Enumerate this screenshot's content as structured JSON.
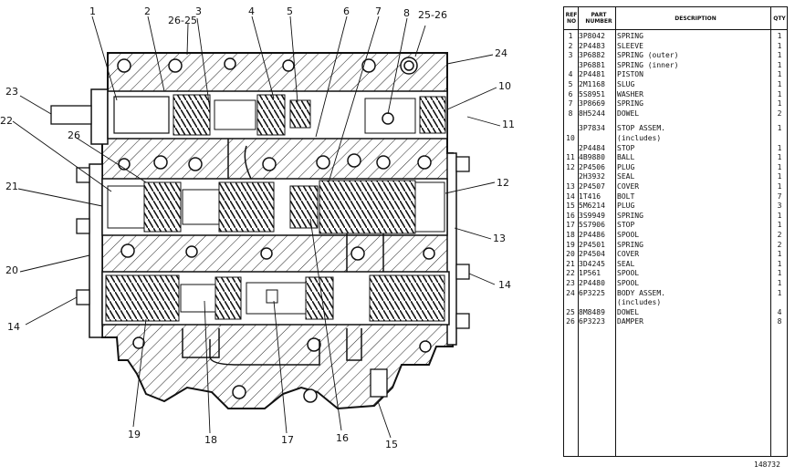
{
  "callouts": [
    "1",
    "2",
    "26-25",
    "3",
    "4",
    "5",
    "6",
    "7",
    "8",
    "25-26",
    "24",
    "23",
    "10",
    "11",
    "22",
    "26",
    "12",
    "21",
    "13",
    "20",
    "14",
    "14",
    "19",
    "18",
    "17",
    "16",
    "15"
  ],
  "table": {
    "headers": {
      "ref_no": "REF NO",
      "part_number": "PART NUMBER",
      "description": "DESCRIPTION",
      "qty": "QTY"
    },
    "rows": [
      {
        "ref": "1",
        "pn": "3P8042",
        "desc": "SPRING",
        "qty": "1"
      },
      {
        "ref": "2",
        "pn": "2P4483",
        "desc": "SLEEVE",
        "qty": "1"
      },
      {
        "ref": "3",
        "pn": "3P6882",
        "desc": "SPRING      (outer)",
        "qty": "1"
      },
      {
        "ref": "",
        "pn": "3P6881",
        "desc": "SPRING      (inner)",
        "qty": "1"
      },
      {
        "ref": "4",
        "pn": "2P4481",
        "desc": "PISTON",
        "qty": "1"
      },
      {
        "ref": "5",
        "pn": "2M1168",
        "desc": "SLUG",
        "qty": "1"
      },
      {
        "ref": "6",
        "pn": "5S8951",
        "desc": "WASHER",
        "qty": "1"
      },
      {
        "ref": "7",
        "pn": "3P8669",
        "desc": "SPRING",
        "qty": "1"
      },
      {
        "ref": "8",
        "pn": "8H5244",
        "desc": "DOWEL",
        "qty": "2"
      },
      {
        "ref": "",
        "pn": "",
        "desc": "",
        "qty": ""
      },
      {
        "ref": "",
        "pn": "3P7834",
        "desc": "STOP ASSEM.",
        "qty": "1"
      },
      {
        "ref": "10",
        "pn": "",
        "desc": "   (includes)",
        "qty": ""
      },
      {
        "ref": "",
        "pn": "2P4484",
        "desc": "   STOP",
        "qty": "1"
      },
      {
        "ref": "11",
        "pn": "4B9880",
        "desc": "   BALL",
        "qty": "1"
      },
      {
        "ref": "12",
        "pn": "2P4506",
        "desc": "PLUG",
        "qty": "1"
      },
      {
        "ref": "",
        "pn": "2H3932",
        "desc": "SEAL",
        "qty": "1"
      },
      {
        "ref": "13",
        "pn": "2P4507",
        "desc": "COVER",
        "qty": "1"
      },
      {
        "ref": "14",
        "pn": "1T416",
        "desc": "BOLT",
        "qty": "7"
      },
      {
        "ref": "15",
        "pn": "5M6214",
        "desc": "PLUG",
        "qty": "3"
      },
      {
        "ref": "16",
        "pn": "3S9949",
        "desc": "SPRING",
        "qty": "1"
      },
      {
        "ref": "17",
        "pn": "5S7906",
        "desc": "STOP",
        "qty": "1"
      },
      {
        "ref": "18",
        "pn": "2P4486",
        "desc": "SPOOL",
        "qty": "2"
      },
      {
        "ref": "19",
        "pn": "2P4501",
        "desc": "SPRING",
        "qty": "2"
      },
      {
        "ref": "20",
        "pn": "2P4504",
        "desc": "COVER",
        "qty": "1"
      },
      {
        "ref": "21",
        "pn": "3D4245",
        "desc": "SEAL",
        "qty": "1"
      },
      {
        "ref": "22",
        "pn": "1P561",
        "desc": "SPOOL",
        "qty": "1"
      },
      {
        "ref": "23",
        "pn": "2P4480",
        "desc": "SPOOL",
        "qty": "1"
      },
      {
        "ref": "24",
        "pn": "6P3225",
        "desc": "BODY ASSEM.",
        "qty": "1"
      },
      {
        "ref": "",
        "pn": "",
        "desc": "   (includes)",
        "qty": ""
      },
      {
        "ref": "25",
        "pn": "8M8489",
        "desc": "   DOWEL",
        "qty": "4"
      },
      {
        "ref": "26",
        "pn": "6P3223",
        "desc": "   DAMPER",
        "qty": "8"
      }
    ]
  },
  "figure_number": "148732"
}
